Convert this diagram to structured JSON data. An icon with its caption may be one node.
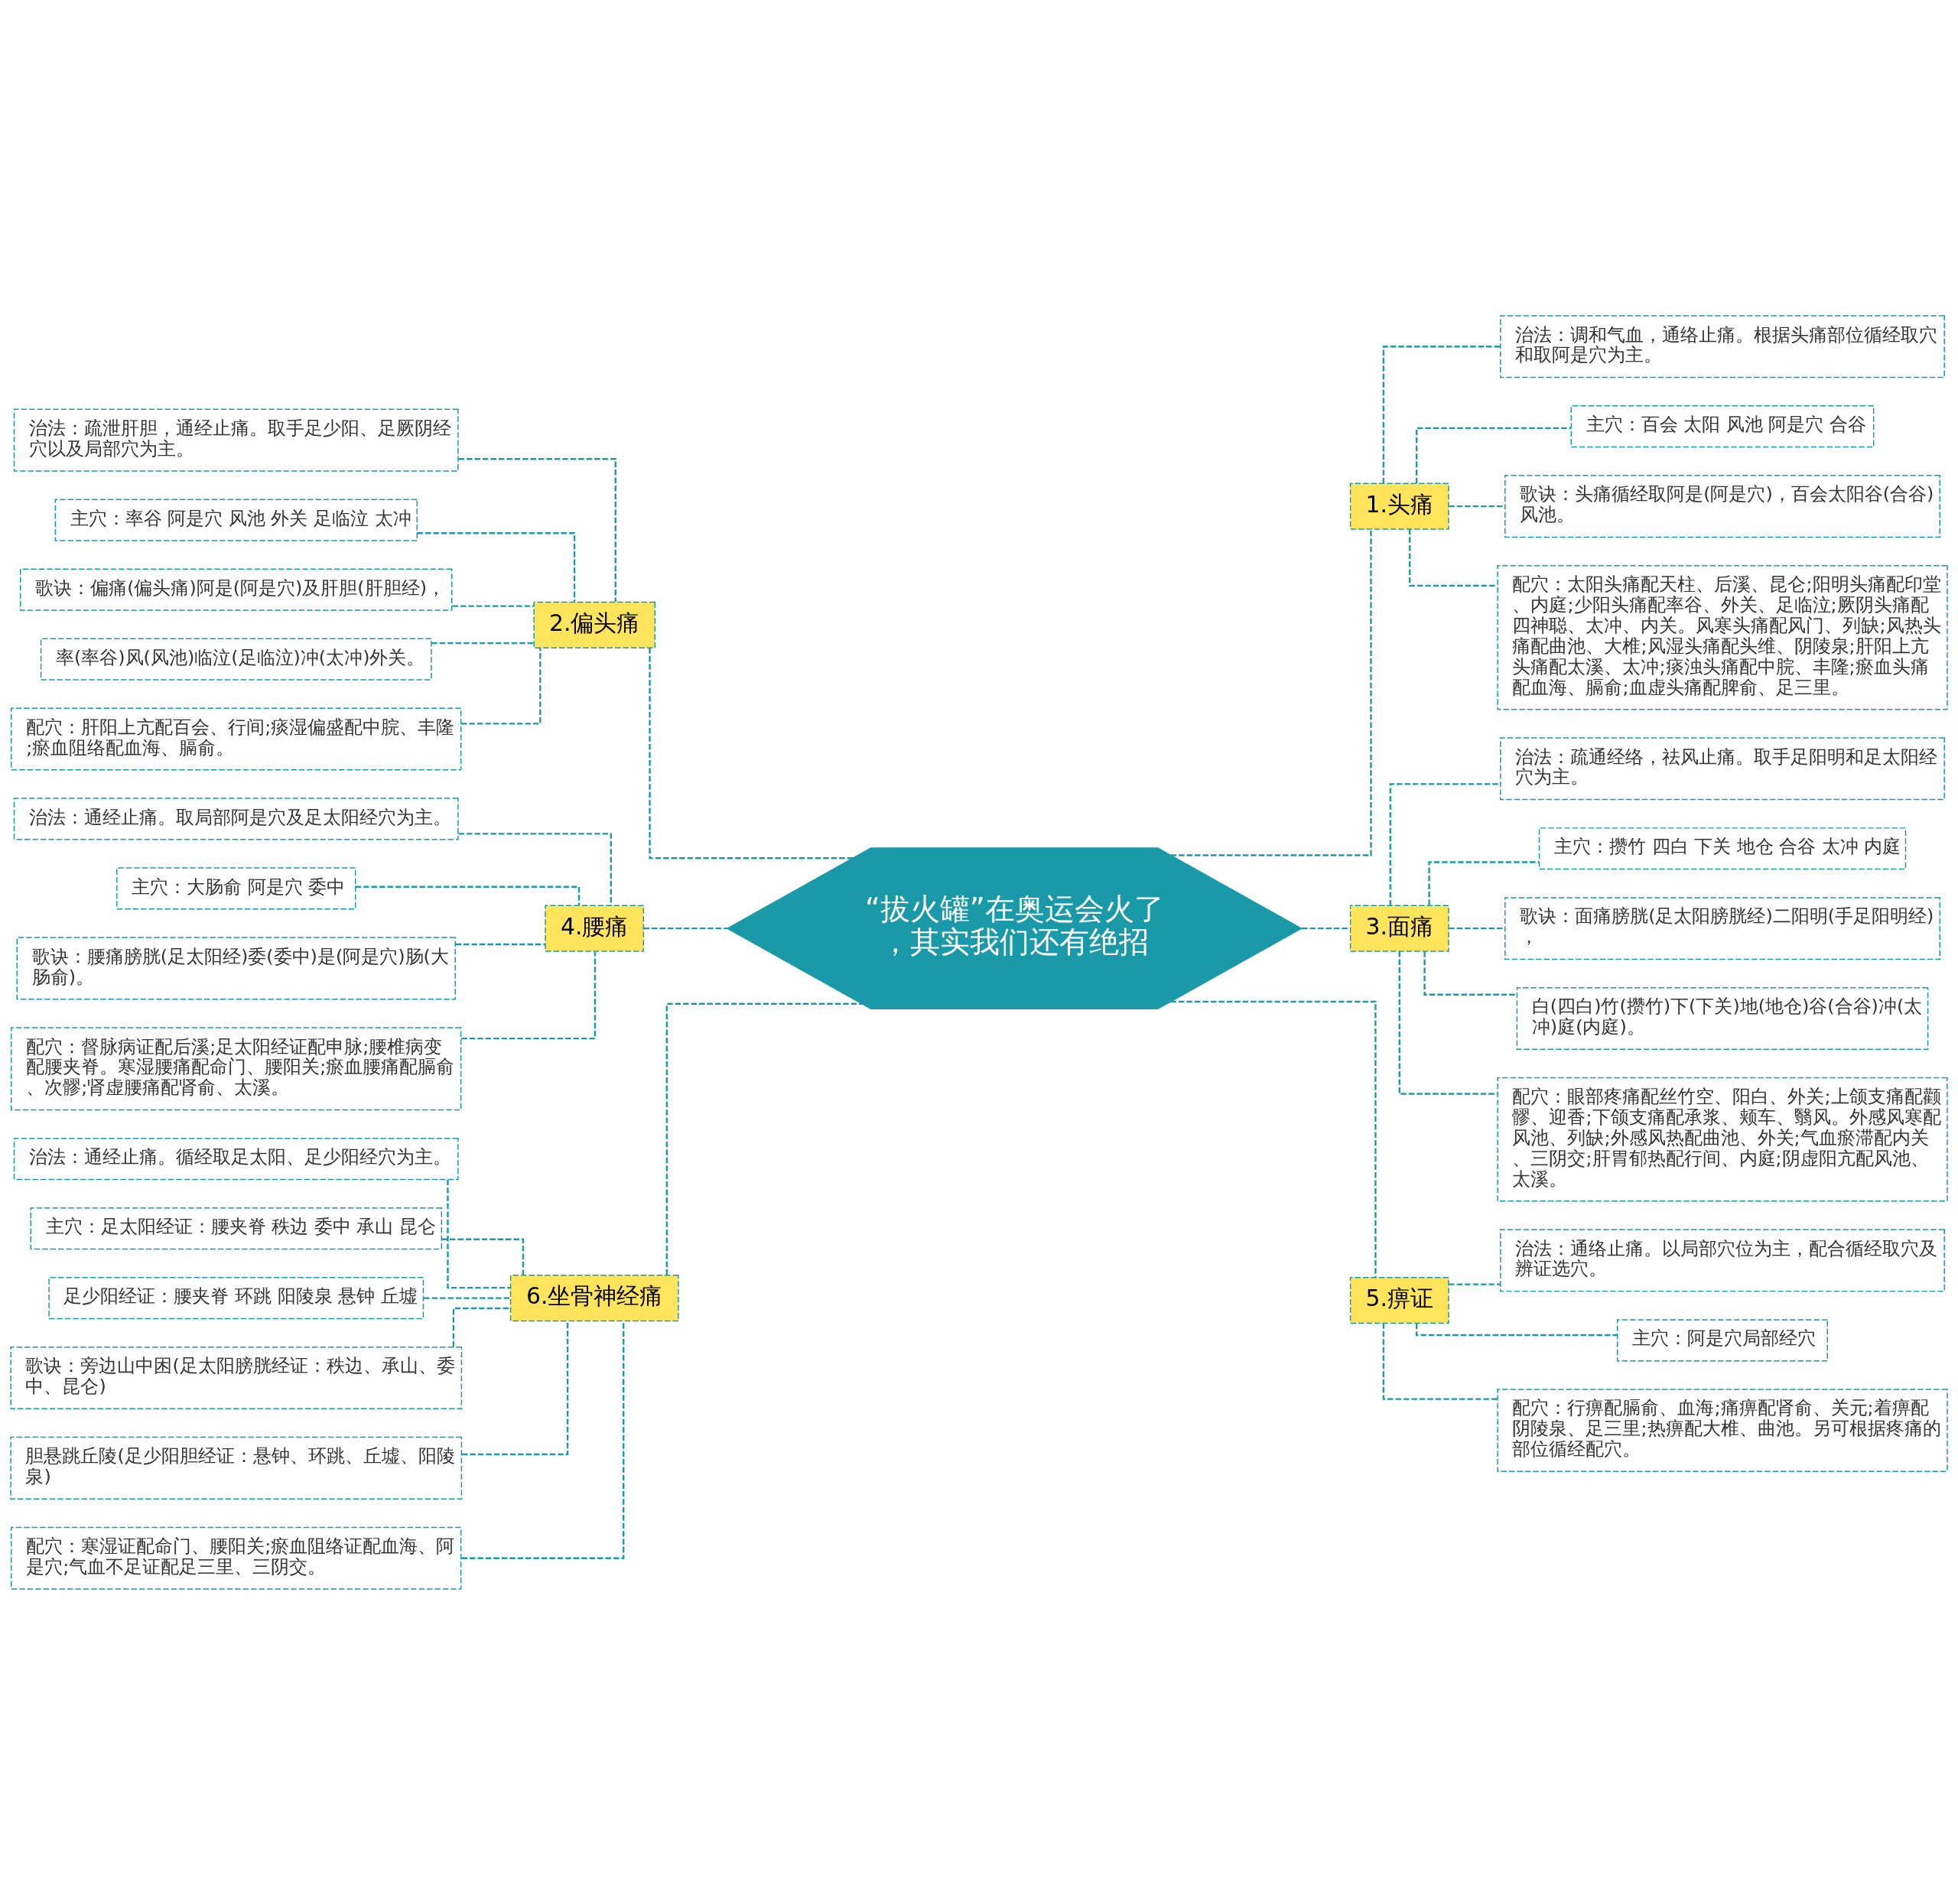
{
  "diagram": {
    "nodes": [
      {
        "text": [
          "“拔火罐”在奥运会火了，其实我们还有绝招"
        ]
      },
      {
        "text": [
          "1.头痛"
        ]
      },
      {
        "text": [
          "2.偏头痛"
        ]
      },
      {
        "text": [
          "3.面痛"
        ]
      },
      {
        "text": [
          "4.腰痛"
        ]
      },
      {
        "text": [
          "5.痹证"
        ]
      },
      {
        "text": [
          "6.坐骨神经痛"
        ]
      },
      {
        "text": [
          "治法：调和气血，通络止痛。根据头痛部位循经取穴和取阿是穴为主。"
        ]
      },
      {
        "text": [
          "主穴：百会 太阳 风池 阿是穴 合谷"
        ]
      },
      {
        "text": [
          "歌诀：头痛循经取阿是(阿是穴)，百会太阳谷(合谷)风池。"
        ]
      },
      {
        "text": [
          "配穴：太阳头痛配天柱、后溪、昆仑;阳明头痛配印堂、内庭;少阳头痛配率谷、外关、足临泣;厥阴头痛配四神聪、太冲、内关。风寒头痛配风门、列缺;风热头痛配曲池、大椎;风湿头痛配头维、阴陵泉;肝阳上亢头痛配太溪、太冲;痰浊头痛配中脘、丰隆;瘀血头痛配血海、膈俞;血虚头痛配脾俞、足三里。"
        ]
      },
      {
        "text": [
          "治法：疏泄肝胆，通经止痛。取手足少阳、足厥阴经穴以及局部穴为主。"
        ]
      },
      {
        "text": [
          "主穴：率谷 阿是穴 风池 外关 足临泣 太冲"
        ]
      },
      {
        "text": [
          "歌诀：偏痛(偏头痛)阿是(阿是穴)及肝胆(肝胆经)，"
        ]
      },
      {
        "text": [
          "率(率谷)风(风池)临泣(足临泣)冲(太冲)外关。"
        ]
      },
      {
        "text": [
          "配穴：肝阳上亢配百会、行间;痰湿偏盛配中脘、丰隆;瘀血阻络配血海、膈俞。"
        ]
      },
      {
        "text": [
          "治法：疏通经络，祛风止痛。取手足阳明和足太阳经穴为主。"
        ]
      },
      {
        "text": [
          "主穴：攒竹 四白 下关 地仓 合谷 太冲 内庭"
        ]
      },
      {
        "text": [
          "歌诀：面痛膀胱(足太阳膀胱经)二阳明(手足阳明经)，"
        ]
      },
      {
        "text": [
          "白(四白)竹(攒竹)下(下关)地(地仓)谷(合谷)冲(太冲)庭(内庭)。"
        ]
      },
      {
        "text": [
          "配穴：眼部疼痛配丝竹空、阳白、外关;上颌支痛配颧髎、迎香;下颌支痛配承浆、颊车、翳风。外感风寒配风池、列缺;外感风热配曲池、外关;气血瘀滞配内关、三阴交;肝胃郁热配行间、内庭;阴虚阳亢配风池、太溪。"
        ]
      },
      {
        "text": [
          "治法：通经止痛。取局部阿是穴及足太阳经穴为主。"
        ]
      },
      {
        "text": [
          "主穴：大肠俞 阿是穴 委中"
        ]
      },
      {
        "text": [
          "歌诀：腰痛膀胱(足太阳经)委(委中)是(阿是穴)肠(大肠俞)。"
        ]
      },
      {
        "text": [
          "配穴：督脉病证配后溪;足太阳经证配申脉;腰椎病变配腰夹脊。寒湿腰痛配命门、腰阳关;瘀血腰痛配膈俞、次髎;肾虚腰痛配肾俞、太溪。"
        ]
      },
      {
        "text": [
          "治法：通络止痛。以局部穴位为主，配合循经取穴及辨证选穴。"
        ]
      },
      {
        "text": [
          "主穴：阿是穴局部经穴"
        ]
      },
      {
        "text": [
          "配穴：行痹配膈俞、血海;痛痹配肾俞、关元;着痹配阴陵泉、足三里;热痹配大椎、曲池。另可根据疼痛的部位循经配穴。"
        ]
      },
      {
        "text": [
          "治法：通经止痛。循经取足太阳、足少阳经穴为主。"
        ]
      },
      {
        "text": [
          "主穴：足太阳经证：腰夹脊 秩边 委中 承山 昆仑"
        ]
      },
      {
        "text": [
          "足少阳经证：腰夹脊 环跳 阳陵泉 悬钟 丘墟"
        ]
      },
      {
        "text": [
          "歌诀：旁边山中困(足太阳膀胱经证：秩边、承山、委中、昆仑)"
        ]
      },
      {
        "text": [
          "胆悬跳丘陵(足少阳胆经证：悬钟、环跳、丘墟、阳陵泉)"
        ]
      },
      {
        "text": [
          "配穴：寒湿证配命门、腰阳关;瘀血阻络证配血海、阿是穴;气血不足证配足三里、三阴交。"
        ]
      }
    ],
    "edges": [
      {
        "from": 0,
        "to": 1,
        "arrow": "none",
        "style": "dashed"
      },
      {
        "from": 0,
        "to": 2,
        "arrow": "none",
        "style": "dashed"
      },
      {
        "from": 0,
        "to": 3,
        "arrow": "none",
        "style": "dashed"
      },
      {
        "from": 0,
        "to": 4,
        "arrow": "none",
        "style": "dashed"
      },
      {
        "from": 0,
        "to": 5,
        "arrow": "none",
        "style": "dashed"
      },
      {
        "from": 0,
        "to": 6,
        "arrow": "none",
        "style": "dashed"
      },
      {
        "from": 1,
        "to": 7,
        "arrow": "none",
        "style": "dashed"
      },
      {
        "from": 1,
        "to": 8,
        "arrow": "none",
        "style": "dashed"
      },
      {
        "from": 1,
        "to": 9,
        "arrow": "none",
        "style": "dashed"
      },
      {
        "from": 1,
        "to": 10,
        "arrow": "none",
        "style": "dashed"
      },
      {
        "from": 2,
        "to": 11,
        "arrow": "none",
        "style": "dashed"
      },
      {
        "from": 2,
        "to": 12,
        "arrow": "none",
        "style": "dashed"
      },
      {
        "from": 2,
        "to": 13,
        "arrow": "none",
        "style": "dashed"
      },
      {
        "from": 2,
        "to": 14,
        "arrow": "none",
        "style": "dashed"
      },
      {
        "from": 2,
        "to": 15,
        "arrow": "none",
        "style": "dashed"
      },
      {
        "from": 3,
        "to": 16,
        "arrow": "none",
        "style": "dashed"
      },
      {
        "from": 3,
        "to": 17,
        "arrow": "none",
        "style": "dashed"
      },
      {
        "from": 3,
        "to": 18,
        "arrow": "none",
        "style": "dashed"
      },
      {
        "from": 3,
        "to": 19,
        "arrow": "none",
        "style": "dashed"
      },
      {
        "from": 3,
        "to": 20,
        "arrow": "none",
        "style": "dashed"
      },
      {
        "from": 4,
        "to": 21,
        "arrow": "none",
        "style": "dashed"
      },
      {
        "from": 4,
        "to": 22,
        "arrow": "none",
        "style": "dashed"
      },
      {
        "from": 4,
        "to": 23,
        "arrow": "none",
        "style": "dashed"
      },
      {
        "from": 4,
        "to": 24,
        "arrow": "none",
        "style": "dashed"
      },
      {
        "from": 5,
        "to": 25,
        "arrow": "none",
        "style": "dashed"
      },
      {
        "from": 5,
        "to": 26,
        "arrow": "none",
        "style": "dashed"
      },
      {
        "from": 5,
        "to": 27,
        "arrow": "none",
        "style": "dashed"
      },
      {
        "from": 6,
        "to": 28,
        "arrow": "none",
        "style": "dashed"
      },
      {
        "from": 6,
        "to": 29,
        "arrow": "none",
        "style": "dashed"
      },
      {
        "from": 6,
        "to": 30,
        "arrow": "none",
        "style": "dashed"
      },
      {
        "from": 6,
        "to": 31,
        "arrow": "none",
        "style": "dashed"
      },
      {
        "from": 6,
        "to": 32,
        "arrow": "none",
        "style": "dashed"
      },
      {
        "from": 6,
        "to": 33,
        "arrow": "none",
        "style": "dashed"
      }
    ]
  }
}
